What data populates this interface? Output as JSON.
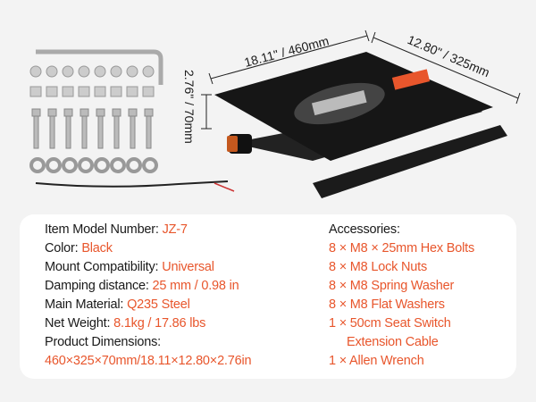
{
  "dimensions": {
    "length": "18.11\" / 460mm",
    "width": "12.80\" / 325mm",
    "height": "2.76\" / 70mm"
  },
  "specs": [
    {
      "label": "Item Model Number: ",
      "value": "JZ-7"
    },
    {
      "label": "Color: ",
      "value": "Black"
    },
    {
      "label": "Mount Compatibility: ",
      "value": "Universal"
    },
    {
      "label": "Damping distance: ",
      "value": "25 mm / 0.98 in"
    },
    {
      "label": "Main Material: ",
      "value": "Q235 Steel"
    },
    {
      "label": "Net Weight: ",
      "value": "8.1kg / 17.86 lbs"
    },
    {
      "label": "Product Dimensions:",
      "value": "460×325×70mm/18.11×12.80×2.76in"
    }
  ],
  "accessories": {
    "title": "Accessories:",
    "items": [
      "8 × M8 × 25mm Hex Bolts",
      "8 × M8 Lock Nuts",
      "8 × M8 Spring Washer",
      "8 × M8 Flat Washers",
      "1 × 50cm Seat Switch",
      "Extension Cable",
      "1 × Allen Wrench"
    ]
  },
  "colors": {
    "accent": "#e8562c",
    "text": "#1a1a1a",
    "background": "#f3f3f3"
  }
}
